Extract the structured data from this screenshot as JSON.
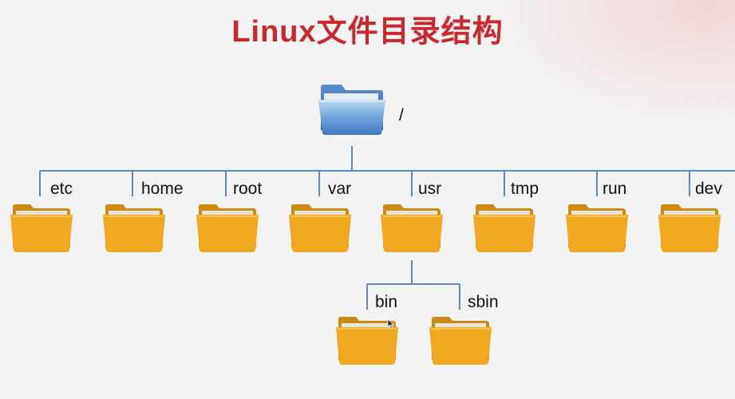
{
  "title": "Linux文件目录结构",
  "colors": {
    "title": "#c8282e",
    "connector": "#5b8bc4",
    "folder_orange": "#f0a81e",
    "folder_blue": "#3f80c8"
  },
  "root": {
    "label": "/",
    "icon": "blue-folder-icon"
  },
  "children": [
    {
      "label": "etc",
      "icon": "folder-icon"
    },
    {
      "label": "home",
      "icon": "folder-icon"
    },
    {
      "label": "root",
      "icon": "folder-icon"
    },
    {
      "label": "var",
      "icon": "folder-icon"
    },
    {
      "label": "usr",
      "icon": "folder-icon",
      "children": [
        {
          "label": "bin",
          "icon": "folder-icon"
        },
        {
          "label": "sbin",
          "icon": "folder-icon"
        }
      ]
    },
    {
      "label": "tmp",
      "icon": "folder-icon"
    },
    {
      "label": "run",
      "icon": "folder-icon"
    },
    {
      "label": "dev",
      "icon": "folder-icon"
    }
  ]
}
